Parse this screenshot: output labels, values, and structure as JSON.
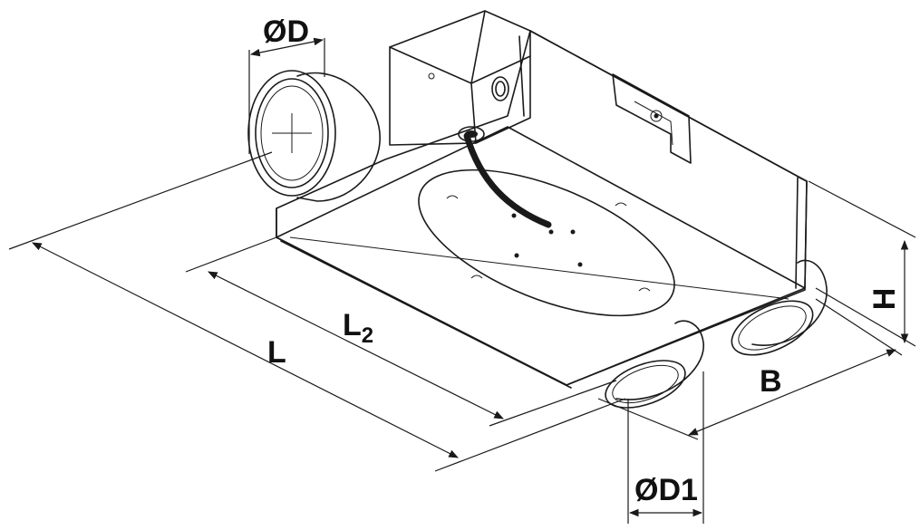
{
  "labels": {
    "diameter_D": "ØD",
    "diameter_D1": "ØD1",
    "length_L": "L",
    "length_L2_main": "L",
    "length_L2_sub": "2",
    "width_B": "B",
    "height_H": "H"
  },
  "colors": {
    "line": "#1a1a1a",
    "box_side": "#f2f2f2",
    "box_top": "#e9e9e9",
    "bottom_face": "#fafafa",
    "cable": "#1a1a1a"
  }
}
